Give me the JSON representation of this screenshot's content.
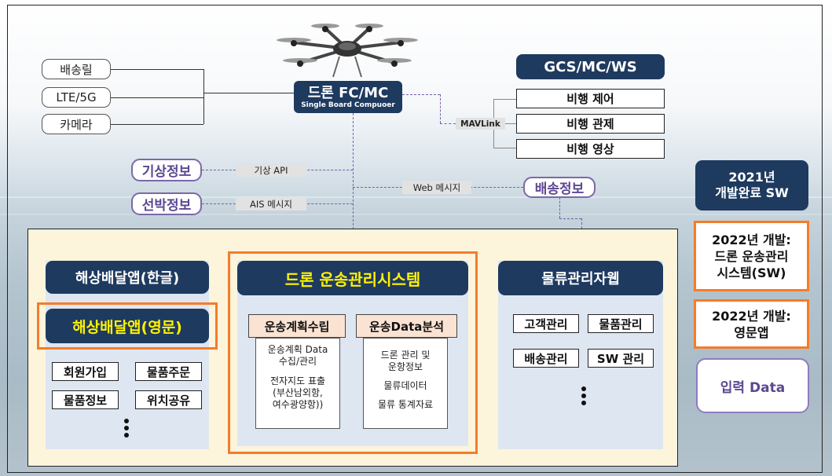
{
  "left_inputs": [
    "배송릴",
    "LTE/5G",
    "카메라"
  ],
  "drone_fc": {
    "title": "드론 FC/MC",
    "subtitle": "Single Board Compuoer"
  },
  "gcs": {
    "title": "GCS/MC/WS",
    "items": [
      "비행 제어",
      "비행 관제",
      "비행 영상"
    ],
    "link_label": "MAVLink"
  },
  "weather": {
    "label": "기상정보",
    "api_label": "기상 API"
  },
  "ship": {
    "label": "선박정보",
    "msg_label": "AIS 메시지"
  },
  "web_msg_label": "Web 메시지",
  "delivery_info": "배송정보",
  "app_korean": "해상배달앱(한글)",
  "app_english": "해상배달앱(영문)",
  "app_features": [
    "회원가입",
    "물품주문",
    "물품정보",
    "위치공유"
  ],
  "tms": {
    "title": "드론 운송관리시스템",
    "plan": {
      "title": "운송계획수립",
      "lines": [
        "운송계획 Data",
        "수집/관리",
        "전자지도 표출",
        "(부산남외항,",
        "여수광양항))"
      ]
    },
    "analysis": {
      "title": "운송Data분석",
      "lines": [
        "드론 관리 및",
        "운항정보",
        "물류데이터",
        "물류 통계자료"
      ]
    }
  },
  "logistics": {
    "title": "물류관리자웹",
    "items": [
      "고객관리",
      "물품관리",
      "배송관리",
      "SW 관리"
    ]
  },
  "legend": {
    "dev2021": [
      "2021년",
      "개발완료 SW"
    ],
    "dev2022_tms": [
      "2022년 개발:",
      "드론 운송관리",
      "시스템(SW)"
    ],
    "dev2022_app": [
      "2022년 개발:",
      "영문앱"
    ],
    "input_data": "입력 Data"
  }
}
